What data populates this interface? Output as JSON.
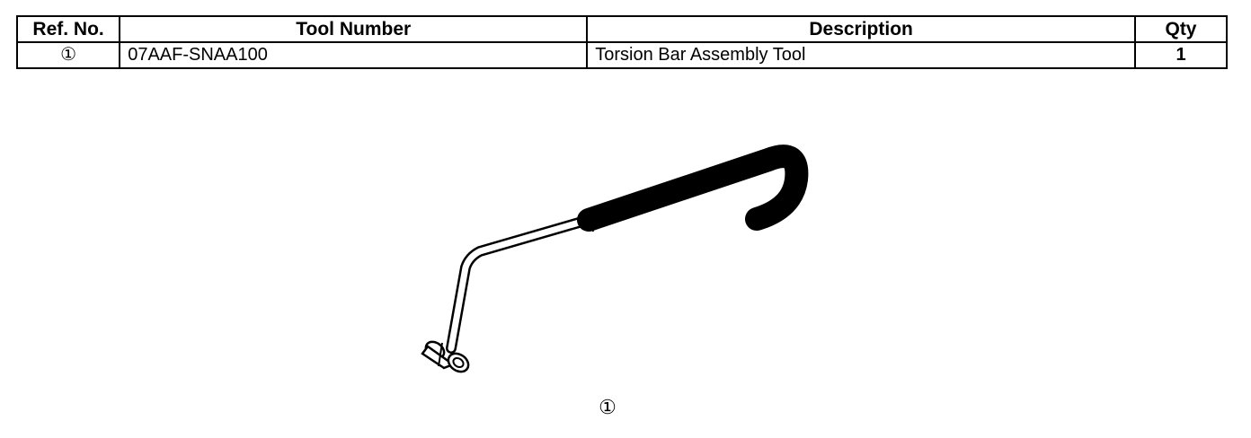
{
  "table": {
    "headers": {
      "ref_no": "Ref. No.",
      "tool_number": "Tool Number",
      "description": "Description",
      "qty": "Qty"
    },
    "rows": [
      {
        "ref_no": "①",
        "tool_number": "07AAF-SNAA100",
        "description": "Torsion Bar Assembly Tool",
        "qty": "1"
      }
    ]
  },
  "illustration": {
    "icon": "torsion-bar-assembly-tool-icon",
    "callout": "①"
  }
}
